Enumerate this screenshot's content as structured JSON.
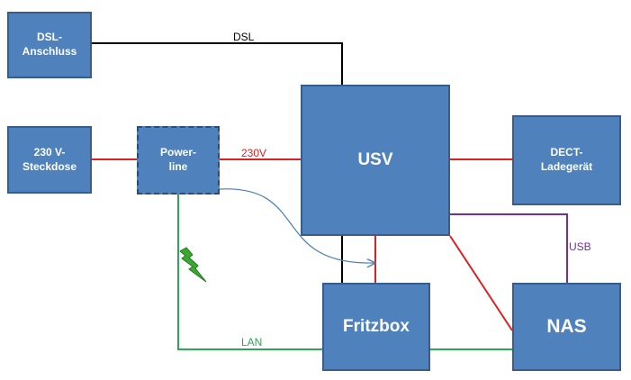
{
  "colors": {
    "box_fill": "#4f81bd",
    "box_border": "#385d8a",
    "box_text": "#ffffff",
    "power_line": "#e02020",
    "dsl_line": "#000000",
    "lan_line": "#2aa852",
    "usb_line": "#7030a0",
    "wireless_arrow": "#4a7fb5",
    "lightning": "#3aa832"
  },
  "nodes": {
    "dsl": "DSL-\nAnschluss",
    "socket": "230 V-\nSteckdose",
    "powerline": "Power-\nline",
    "usv": "USV",
    "dect": "DECT-\nLadegerät",
    "fritzbox": "Fritzbox",
    "nas": "NAS"
  },
  "labels": {
    "dsl": "DSL",
    "v230": "230V",
    "usb": "USB",
    "lan": "LAN"
  },
  "icons": {
    "wireless": "lightning-icon"
  }
}
